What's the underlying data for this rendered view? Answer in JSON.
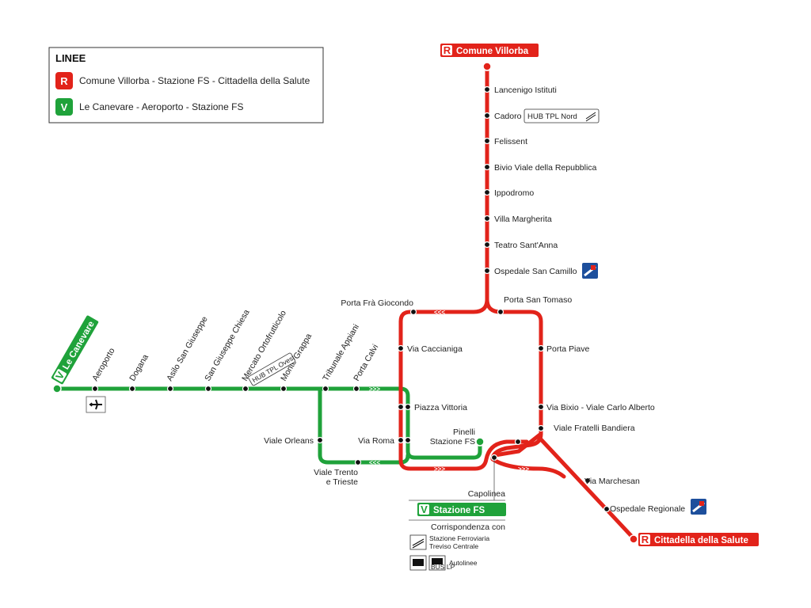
{
  "colors": {
    "red": "#e2231a",
    "green": "#1fa23a",
    "hospital": "#1d4f9c",
    "stop": "#111111"
  },
  "legend": {
    "title": "LINEE",
    "lines": [
      {
        "letter": "R",
        "label": "Comune Villorba - Stazione FS - Cittadella della Salute"
      },
      {
        "letter": "V",
        "label": "Le Canevare - Aeroporto - Stazione FS"
      }
    ]
  },
  "terminals": {
    "red_north": {
      "letter": "R",
      "name": "Comune Villorba"
    },
    "red_south": {
      "letter": "R",
      "name": "Cittadella della Salute"
    },
    "green_west": {
      "letter": "V",
      "name": "Le Canevare"
    },
    "green_end": {
      "letter": "V",
      "name": "Stazione FS"
    }
  },
  "stops": {
    "lancenigo": "Lancenigo Istituti",
    "cadoro": "Cadoro",
    "felissent": "Felissent",
    "bivio": "Bivio Viale della Repubblica",
    "ippodromo": "Ippodromo",
    "villa_margherita": "Villa Margherita",
    "teatro": "Teatro Sant'Anna",
    "ospedale_camillo": "Ospedale San Camillo",
    "porta_tomaso": "Porta San Tomaso",
    "porta_fra": "Porta Frà Giocondo",
    "via_caccianiga": "Via Caccianiga",
    "porta_piave": "Porta Piave",
    "via_bixio": "Via Bixio - Viale Carlo Alberto",
    "fratelli_bandiera": "Viale Fratelli Bandiera",
    "piazza_vittoria": "Piazza Vittoria",
    "via_roma": "Via Roma",
    "pinelli_1": "Pinelli",
    "pinelli_2": "Stazione FS",
    "via_marchesan": "Via Marchesan",
    "ospedale_regionale": "Ospedale Regionale",
    "aeroporto": "Aeroporto",
    "dogana": "Dogana",
    "asilo": "Asilo San Giuseppe",
    "san_giuseppe_chiesa": "San Giuseppe Chiesa",
    "mercato": "Mercato Ortofrutticolo",
    "monte_grappa": "Monte Grappa",
    "tribunale": "Tribunale Appiani",
    "porta_calvi": "Porta Calvi",
    "viale_orleans": "Viale Orleans",
    "trento_1": "Viale Trento",
    "trento_2": "e Trieste"
  },
  "hubs": {
    "nord": "HUB TPL Nord",
    "ovest": "HUB TPL Ovest"
  },
  "info": {
    "capolinea": "Capolinea",
    "corrispondenza": "Corrispondenza con",
    "stazione_1": "Stazione Ferroviaria",
    "stazione_2": "Treviso Centrale",
    "autolinee": "Autolinee",
    "bus_lp": "BUS LP"
  },
  "icons": [
    "airport-icon",
    "hospital-icon",
    "train-icon",
    "bus-icon"
  ]
}
